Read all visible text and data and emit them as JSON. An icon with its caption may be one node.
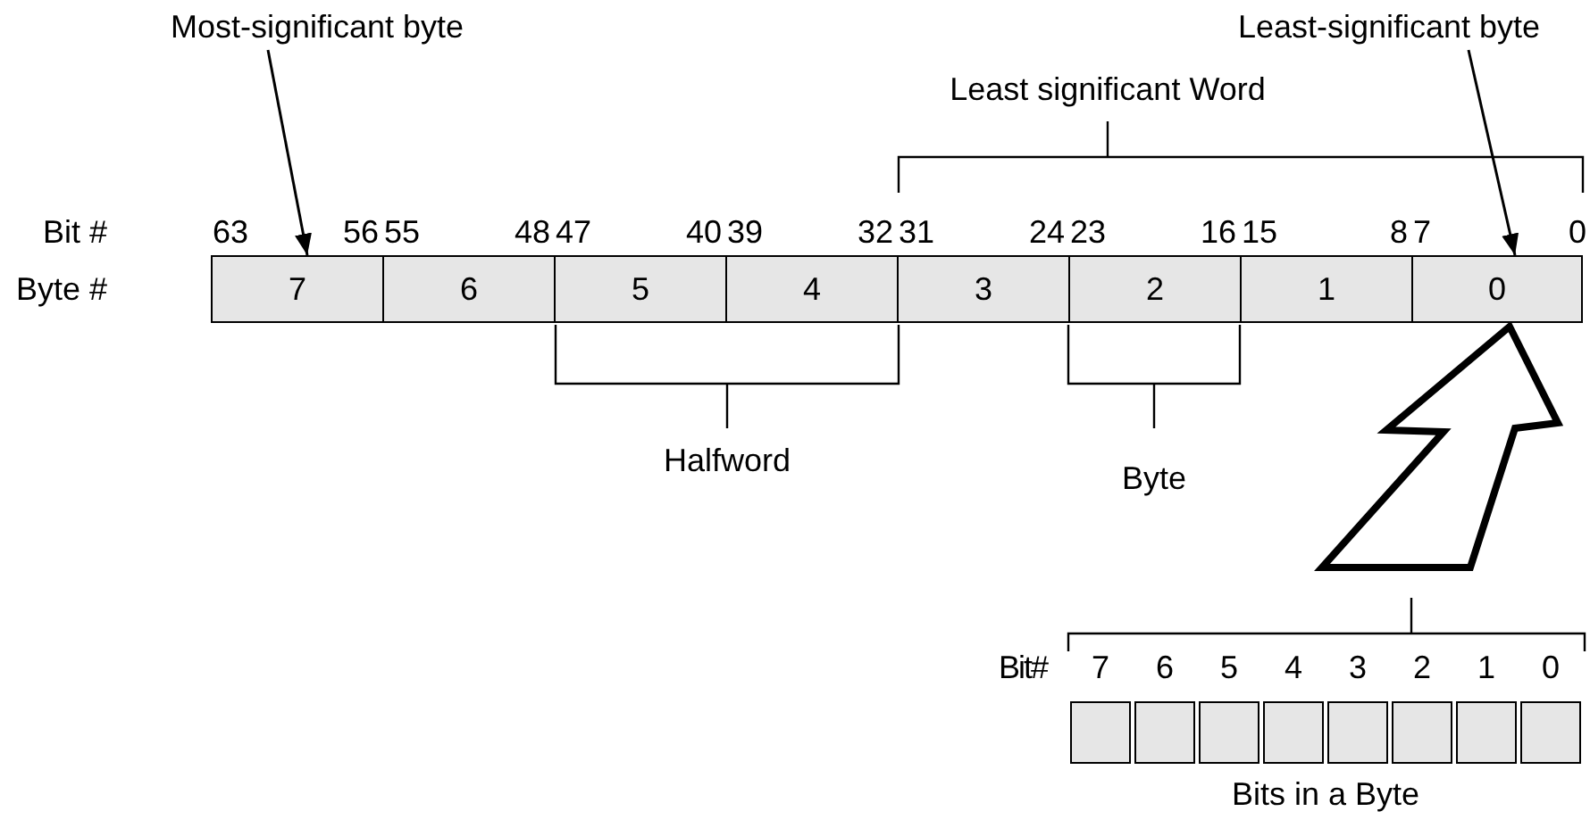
{
  "diagram": {
    "nodes": [
      {
        "text": [
          "Most-significant byte"
        ]
      },
      {
        "text": [
          "Least-significant byte"
        ]
      },
      {
        "text": [
          "7"
        ]
      },
      {
        "text": [
          "6"
        ]
      },
      {
        "text": [
          "5"
        ]
      },
      {
        "text": [
          "4"
        ]
      },
      {
        "text": [
          "3"
        ]
      },
      {
        "text": [
          "2"
        ]
      },
      {
        "text": [
          "1"
        ]
      },
      {
        "text": [
          "0"
        ]
      },
      {
        "text": [],
        "shape": "box"
      },
      {
        "text": [],
        "shape": "box"
      },
      {
        "text": [],
        "shape": "box"
      },
      {
        "text": [],
        "shape": "box"
      },
      {
        "text": [],
        "shape": "box"
      },
      {
        "text": [],
        "shape": "box"
      },
      {
        "text": [],
        "shape": "box"
      },
      {
        "text": [],
        "shape": "box"
      }
    ],
    "edges": [
      {
        "from": 0,
        "to": 2,
        "arrow": "to"
      },
      {
        "from": 1,
        "to": 9,
        "arrow": "to"
      },
      {
        "from": null,
        "to": 9,
        "arrow": "to",
        "style": "thick"
      }
    ],
    "labels": [
      "Least significant Word",
      "Bit #",
      "63",
      "56",
      "55",
      "48",
      "47",
      "40",
      "39",
      "32",
      "31",
      "24",
      "23",
      "16",
      "15",
      "8",
      "7",
      "0",
      "Byte #",
      "Halfword",
      "Byte",
      "Bit#",
      "7",
      "6",
      "5",
      "4",
      "3",
      "2",
      "1",
      "0",
      "Bits in a Byte"
    ]
  }
}
